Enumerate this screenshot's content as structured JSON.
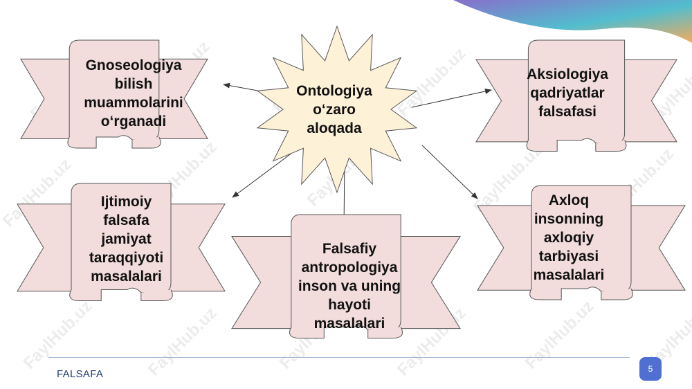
{
  "slide": {
    "footer_label": "FALSAFA",
    "page_number": "5",
    "watermark": "FaylHub.uz"
  },
  "colors": {
    "banner_fill": "#f2dcdc",
    "banner_stroke": "#555555",
    "star_fill": "#fdf1d8",
    "arrow": "#333333",
    "footer_text": "#1f3b73",
    "page_badge": "#4f6fd1",
    "wave_start": "#7a5fc4",
    "wave_mid": "#3fb6c9",
    "wave_end": "#f0a14a"
  },
  "center_node": {
    "shape": "star",
    "lines": [
      "Ontologiya",
      "o‘zaro",
      "aloqada"
    ]
  },
  "nodes": [
    {
      "id": "gnoseologiya",
      "lines": [
        "Gnoseologiya",
        "bilish",
        "muammolarini",
        "o‘rganadi"
      ]
    },
    {
      "id": "aksiologiya",
      "lines": [
        "Aksiologiya",
        "qadriyatlar",
        "falsafasi"
      ]
    },
    {
      "id": "ijtimoiy",
      "lines": [
        "Ijtimoiy",
        "falsafa",
        "jamiyat",
        "taraqqiyoti",
        "masalalari"
      ]
    },
    {
      "id": "antropologiya",
      "lines": [
        "Falsafiy",
        "antropologiya",
        "inson va uning",
        "hayoti",
        "masalalari"
      ]
    },
    {
      "id": "axloq",
      "lines": [
        "Axloq",
        "insonning",
        "axloqiy",
        "tarbiyasi",
        "masalalari"
      ]
    }
  ],
  "edges": [
    {
      "from": "ontologiya",
      "to": "gnoseologiya"
    },
    {
      "from": "ontologiya",
      "to": "aksiologiya"
    },
    {
      "from": "ontologiya",
      "to": "ijtimoiy"
    },
    {
      "from": "ontologiya",
      "to": "antropologiya"
    },
    {
      "from": "ontologiya",
      "to": "axloq"
    }
  ]
}
